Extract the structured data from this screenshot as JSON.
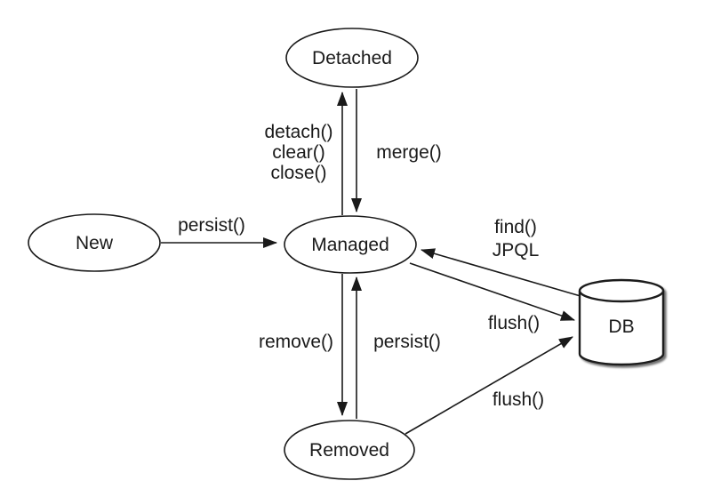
{
  "diagram": {
    "background_color": "#ffffff",
    "stroke_color": "#1a1a1a",
    "node_fill_color": "#ffffff",
    "nodes": [
      {
        "id": "new",
        "label": "New",
        "shape": "ellipse"
      },
      {
        "id": "detached",
        "label": "Detached",
        "shape": "ellipse"
      },
      {
        "id": "managed",
        "label": "Managed",
        "shape": "ellipse"
      },
      {
        "id": "removed",
        "label": "Removed",
        "shape": "ellipse"
      },
      {
        "id": "db",
        "label": "DB",
        "shape": "cylinder"
      }
    ],
    "edges": [
      {
        "from": "new",
        "to": "managed",
        "label": "persist()"
      },
      {
        "from": "managed",
        "to": "detached",
        "labels": [
          "detach()",
          "clear()",
          "close()"
        ]
      },
      {
        "from": "detached",
        "to": "managed",
        "label": "merge()"
      },
      {
        "from": "managed",
        "to": "removed",
        "label": "remove()"
      },
      {
        "from": "removed",
        "to": "managed",
        "label": "persist()"
      },
      {
        "from": "db",
        "to": "managed",
        "labels": [
          "find()",
          "JPQL"
        ]
      },
      {
        "from": "managed",
        "to": "db",
        "label": "flush()"
      },
      {
        "from": "removed",
        "to": "db",
        "label": "flush()"
      }
    ]
  }
}
